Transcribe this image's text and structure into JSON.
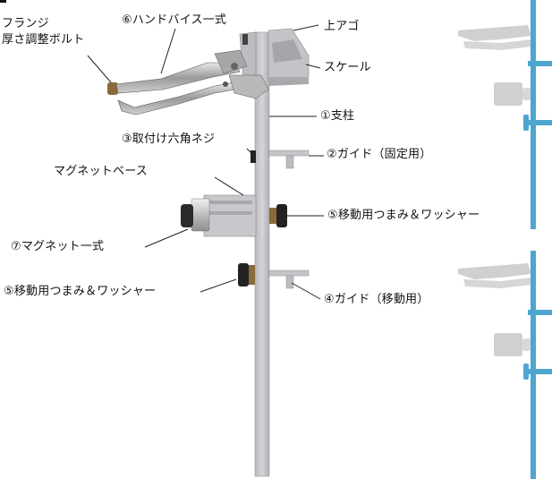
{
  "labels": {
    "flange_bolt_line1": "フランジ",
    "flange_bolt_line2": "厚さ調整ボルト",
    "hand_vise": "⑥ハンドバイス一式",
    "upper_jaw": "上アゴ",
    "scale": "スケール",
    "column": "①支柱",
    "hex_screw": "③取付け六角ネジ",
    "guide_fixed": "②ガイド（固定用）",
    "magnet_base": "マグネットベース",
    "knob_washer_upper": "⑤移動用つまみ＆ワッシャー",
    "magnet_set": "⑦マグネット一式",
    "knob_washer_lower": "⑤移動用つまみ＆ワッシャー",
    "guide_moving": "④ガイド（移動用）"
  },
  "colors": {
    "column_fill": "#c9c9cc",
    "mirror_blue": "#4ea6cf",
    "mirror_gray": "#d0d0d0",
    "leader_line": "#222222"
  }
}
